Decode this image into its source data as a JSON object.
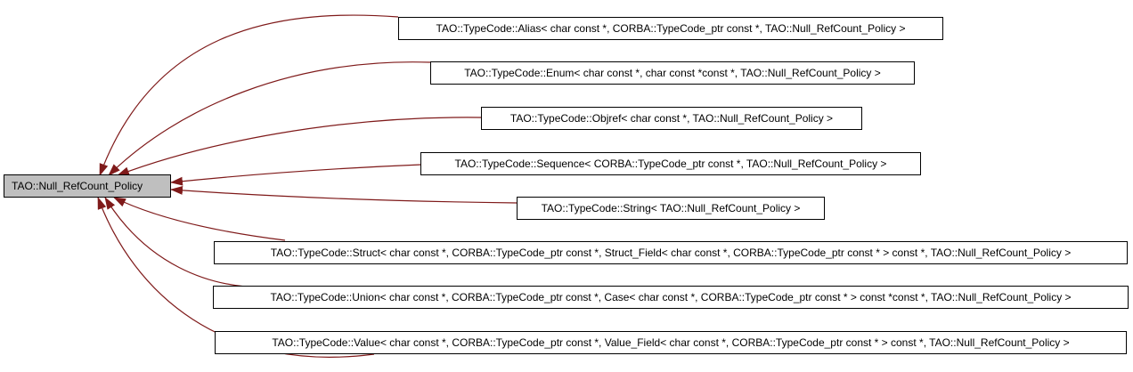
{
  "colors": {
    "edge": "#7f1a1a",
    "root_fill": "#bfbfbf"
  },
  "root": {
    "label": "TAO::Null_RefCount_Policy"
  },
  "derived": [
    {
      "id": "alias",
      "label": "TAO::TypeCode::Alias< char const *, CORBA::TypeCode_ptr const *, TAO::Null_RefCount_Policy >"
    },
    {
      "id": "enum",
      "label": "TAO::TypeCode::Enum< char const *, char const *const *, TAO::Null_RefCount_Policy >"
    },
    {
      "id": "objref",
      "label": "TAO::TypeCode::Objref< char const *, TAO::Null_RefCount_Policy >"
    },
    {
      "id": "sequence",
      "label": "TAO::TypeCode::Sequence< CORBA::TypeCode_ptr const *, TAO::Null_RefCount_Policy >"
    },
    {
      "id": "string",
      "label": "TAO::TypeCode::String< TAO::Null_RefCount_Policy >"
    },
    {
      "id": "struct",
      "label": "TAO::TypeCode::Struct< char const *, CORBA::TypeCode_ptr const *, Struct_Field< char const *, CORBA::TypeCode_ptr const * > const *, TAO::Null_RefCount_Policy >"
    },
    {
      "id": "union",
      "label": "TAO::TypeCode::Union< char const *, CORBA::TypeCode_ptr const *, Case< char const *, CORBA::TypeCode_ptr const * > const *const *, TAO::Null_RefCount_Policy >"
    },
    {
      "id": "value",
      "label": "TAO::TypeCode::Value< char const *, CORBA::TypeCode_ptr const *, Value_Field< char const *, CORBA::TypeCode_ptr const * > const *, TAO::Null_RefCount_Policy >"
    }
  ]
}
